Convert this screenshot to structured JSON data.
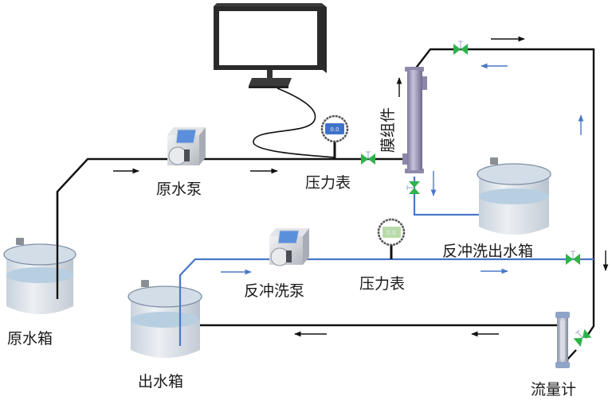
{
  "title": "膜组件过滤与反冲洗实验装置示意图",
  "labels": {
    "raw_tank": "原水箱",
    "raw_pump": "原水泵",
    "pressure_gauge_1": "压力表",
    "membrane_module": "膜组件",
    "backwash_out_tank": "反冲洗出水箱",
    "backwash_pump": "反冲洗泵",
    "pressure_gauge_2": "压力表",
    "outlet_tank": "出水箱",
    "flowmeter": "流量计"
  },
  "gauges": {
    "gauge_1_reading": "0.0",
    "gauge_2_reading": "0.0"
  },
  "colors": {
    "filtration_line": "#111111",
    "backwash_line": "#4a78c8",
    "valve": "#2db34a",
    "valve_handle": "#9aa9c8",
    "gauge_1_screen": "#3f72c9",
    "gauge_2_screen": "#b9dba8",
    "water": "#b7cfe0",
    "membrane": "#a9a3c2",
    "pump_screen": "#5b8fdc"
  },
  "flow_arrows": {
    "filtration": "black",
    "backwash": "blue"
  }
}
